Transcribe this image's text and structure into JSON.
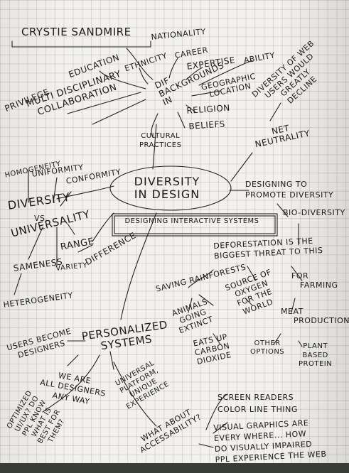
{
  "name": "CRYSTIE SANDMIRE",
  "center": "DIVERSITY IN DESIGN",
  "subtitle": "DESIGNING INTERACTIVE SYSTEMS",
  "top": {
    "nationality": "NATIONALITY",
    "ethnicity": "ETHNICITY",
    "career": "CAREER",
    "expertise": "EXPERTISE",
    "ability": "ABILITY",
    "education": "EDUCATION",
    "privilege": "PRIVILEGE",
    "dif1": "DIF",
    "dif2": "BACKGROUNDS",
    "dif3": "IN",
    "geo1": "GEOGRAPHIC",
    "geo2": "LOCATION",
    "multi1": "MULTI DISCIPLINARY",
    "multi2": "COLLABORATION",
    "religion": "RELIGION",
    "beliefs": "BELIEFS",
    "cultural1": "CULTURAL",
    "cultural2": "PRACTICES"
  },
  "right": {
    "web1": "DIVERSITY OF WEB",
    "web2": "USERS WOULD",
    "web3": "GREATLY",
    "web4": "DECLINE",
    "net1": "NET",
    "net2": "NEUTRALITY",
    "promote1": "DESIGNING TO",
    "promote2": "PROMOTE DIVERSITY",
    "bio": "BIO-DIVERSITY",
    "defor1": "DEFORESTATION IS THE",
    "defor2": "BIGGEST THREAT TO THIS",
    "saving": "SAVING RAINFORESTS",
    "farming1": "FOR",
    "farming2": "FARMING",
    "animals1": "ANIMALS",
    "animals2": "GOING",
    "animals3": "EXTINCT",
    "oxygen1": "SOURCE OF",
    "oxygen2": "OXYGEN",
    "oxygen3": "FOR THE",
    "oxygen4": "WORLD",
    "meat1": "MEAT",
    "meat2": "PRODUCTION",
    "eats1": "EATS UP",
    "eats2": "CARBON",
    "eats3": "DIOXIDE",
    "other1": "OTHER",
    "other2": "OPTIONS",
    "plant1": "PLANT",
    "plant2": "BASED",
    "plant3": "PROTEIN"
  },
  "left": {
    "homog": "HOMOGENEITY",
    "uniformity": "UNIFORMITY",
    "conformity": "CONFORMITY",
    "diversity": "DIVERSITY",
    "vs": "VS.",
    "universality": "UNIVERSALITY",
    "range": "RANGE",
    "sameness": "SAMENESS",
    "variety": "VARIETY",
    "difference": "DIFFERENCE",
    "heterogeneity": "HETEROGENEITY"
  },
  "bottom": {
    "personalized1": "PERSONALIZED",
    "personalized2": "SYSTEMS",
    "users1": "USERS BECOME",
    "users2": "DESIGNERS",
    "weare1": "WE ARE",
    "weare2": "ALL DESIGNERS",
    "weare3": "ANY WAY",
    "universal1": "UNIVERSAL",
    "universal2": "PLATFORM,",
    "universal3": "UNIQUE",
    "universal4": "EXPERIENCE",
    "opt1": "OPTIMIZED",
    "opt2": "UI/UX? DO",
    "opt3": "PPL KNOW",
    "opt4": "WHAT IS",
    "opt5": "BEST FOR",
    "opt6": "THEM?",
    "access1": "WHAT ABOUT",
    "access2": "ACCESSABILITY?",
    "screen1": "SCREEN READERS",
    "screen2": "COLOR LINE THING",
    "visual1": "VISUAL GRAPHICS ARE",
    "visual2": "EVERY WHERE... HOW",
    "visual3": "DO VISUALLY IMPAIRED",
    "visual4": "PPL EXPERIENCE THE WEB"
  }
}
